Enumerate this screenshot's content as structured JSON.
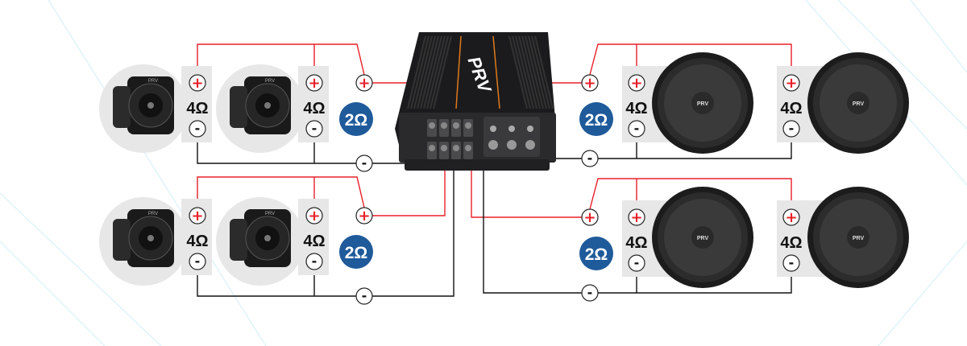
{
  "amplifier": {
    "brand": "PRV",
    "channels": 4
  },
  "terminal_labels": {
    "plus": "+",
    "minus": "-"
  },
  "groups": [
    {
      "id": "top-left",
      "speaker_type": "tweeter",
      "speaker_brand": "PRV",
      "speakers": [
        {
          "impedance": "4Ω"
        },
        {
          "impedance": "4Ω"
        }
      ],
      "total_impedance": "2Ω",
      "wiring": "parallel"
    },
    {
      "id": "bottom-left",
      "speaker_type": "tweeter",
      "speaker_brand": "PRV",
      "speakers": [
        {
          "impedance": "4Ω"
        },
        {
          "impedance": "4Ω"
        }
      ],
      "total_impedance": "2Ω",
      "wiring": "parallel"
    },
    {
      "id": "top-right",
      "speaker_type": "midrange",
      "speaker_brand": "PRV",
      "speakers": [
        {
          "impedance": "4Ω"
        },
        {
          "impedance": "4Ω"
        }
      ],
      "total_impedance": "2Ω",
      "wiring": "parallel"
    },
    {
      "id": "bottom-right",
      "speaker_type": "midrange",
      "speaker_brand": "PRV",
      "speakers": [
        {
          "impedance": "4Ω"
        },
        {
          "impedance": "4Ω"
        }
      ],
      "total_impedance": "2Ω",
      "wiring": "parallel"
    }
  ],
  "colors": {
    "positive_wire": "#e8202a",
    "negative_wire": "#111111",
    "badge": "#1f5a9a",
    "panel": "#e7e7e7"
  }
}
